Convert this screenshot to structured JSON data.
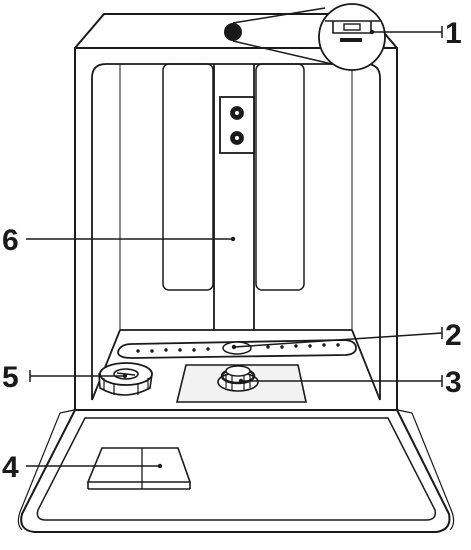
{
  "diagram": {
    "callouts": [
      {
        "number": "1"
      },
      {
        "number": "2"
      },
      {
        "number": "3"
      },
      {
        "number": "4"
      },
      {
        "number": "5"
      },
      {
        "number": "6"
      }
    ]
  },
  "colors": {
    "line": "#1a1a1a",
    "panel_shade": "#f2f2f2",
    "background": "#ffffff"
  }
}
